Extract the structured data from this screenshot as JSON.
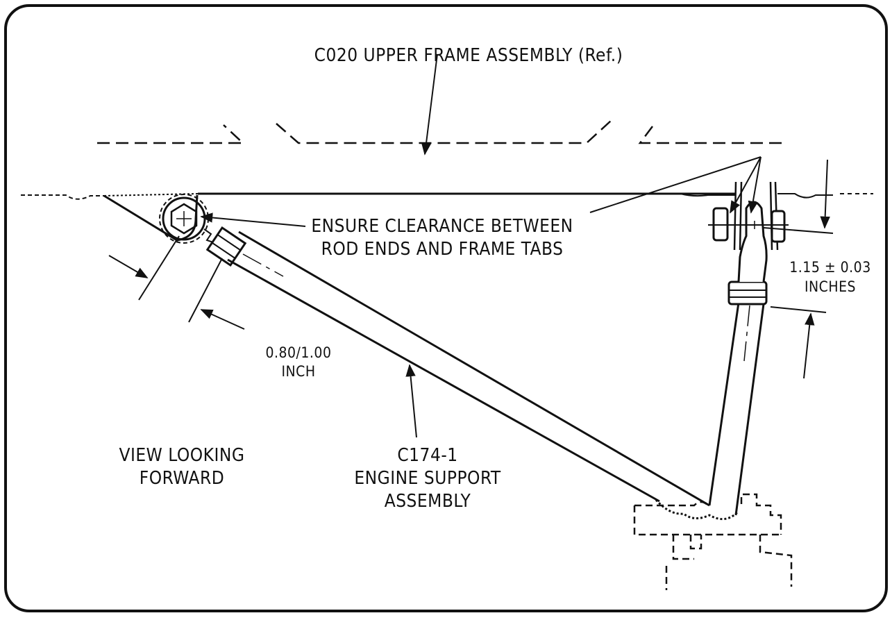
{
  "diagram": {
    "labels": {
      "frame": "C020 UPPER FRAME ASSEMBLY (Ref.)",
      "clearance_line1": "ENSURE CLEARANCE BETWEEN",
      "clearance_line2": "ROD ENDS AND FRAME TABS",
      "dim_right_line1": "1.15 ± 0.03",
      "dim_right_line2": "INCHES",
      "dim_left_line1": "0.80/1.00",
      "dim_left_line2": "INCH",
      "view_line1": "VIEW LOOKING",
      "view_line2": "FORWARD",
      "part_line1": "C174-1",
      "part_line2": "ENGINE SUPPORT",
      "part_line3": "ASSEMBLY"
    },
    "colors": {
      "ink": "#111111",
      "background": "#ffffff"
    }
  }
}
